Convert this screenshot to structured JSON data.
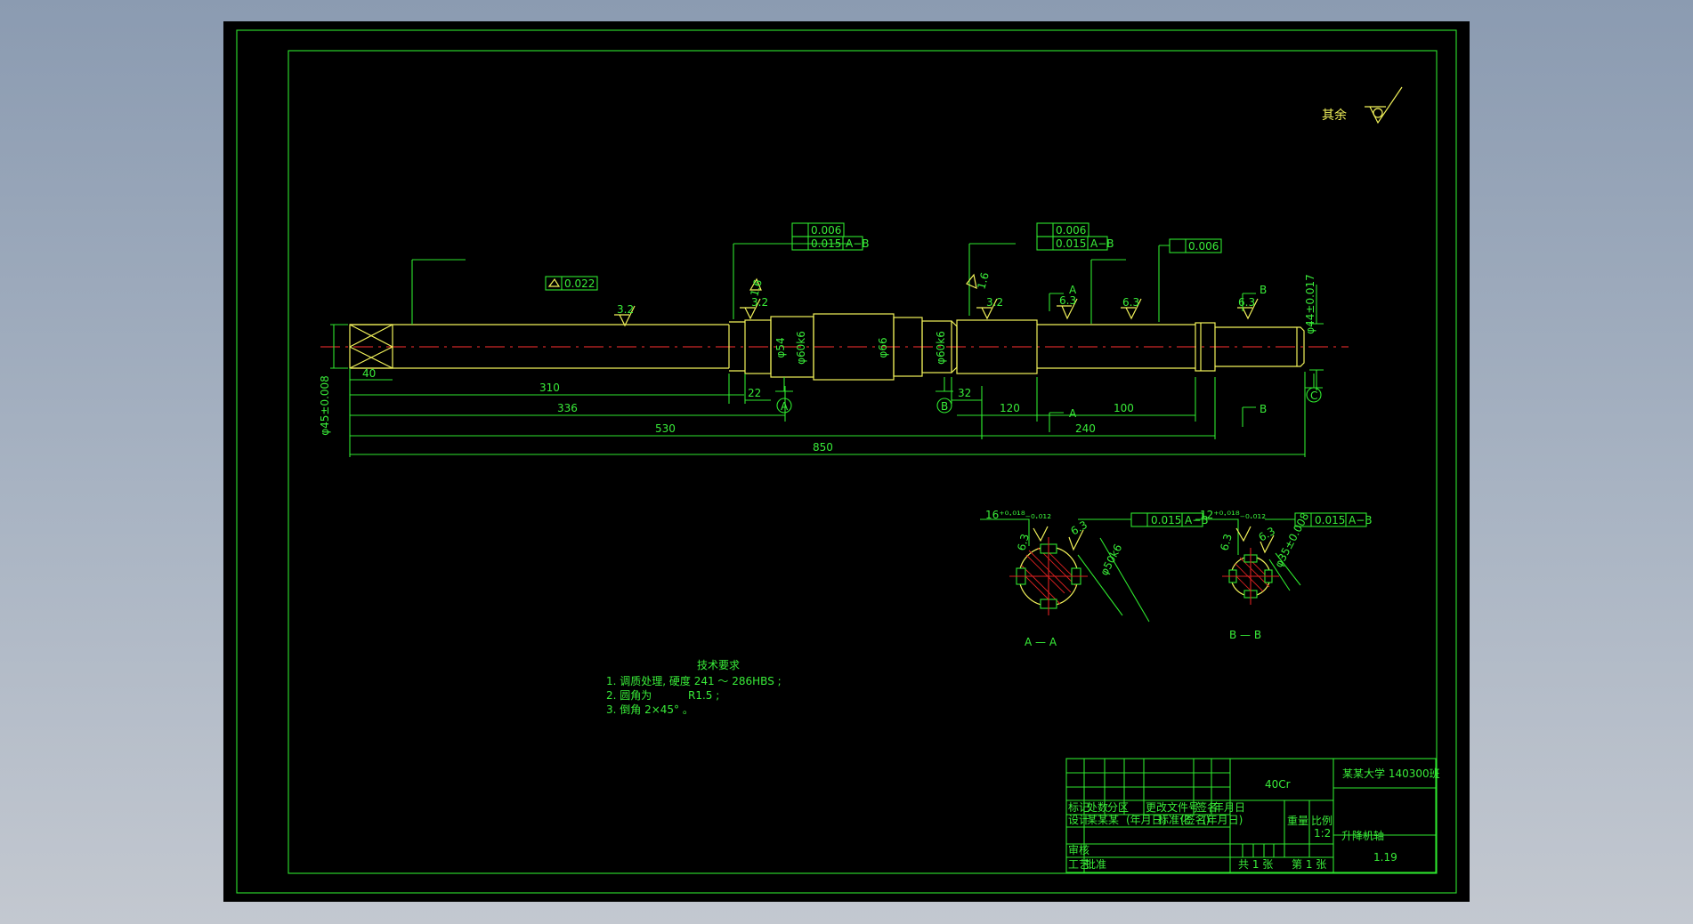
{
  "drawing": {
    "roughness_other": "其余",
    "dimensions": {
      "d45": "φ45±0.008",
      "len40": "40",
      "len310": "310",
      "len336": "336",
      "len530": "530",
      "len850": "850",
      "len22": "22",
      "len32": "32",
      "len120": "120",
      "len100": "100",
      "len240": "240",
      "d54": "φ54",
      "d60a": "φ60k6",
      "d66": "φ66",
      "d60b": "φ60k6",
      "d44": "φ44±0.017",
      "key16": "16⁺⁰·⁰¹⁸₋₀.₀₁₂",
      "key12": "12⁺⁰·⁰¹⁸₋₀.₀₁₂",
      "d50": "φ50k6",
      "d35": "φ35±0.008"
    },
    "roughness": {
      "r1": "3.2",
      "r2": "1.6",
      "r3": "3.2",
      "r4": "1.6",
      "r5": "3.2",
      "r6": "6.3",
      "r7": "6.3",
      "r8": "6.3",
      "s1": "6.3",
      "s2": "6.3",
      "s3": "6.3",
      "s4": "6.3"
    },
    "tolerances": {
      "t1": "0.022",
      "t2a": "0.006",
      "t2b": "0.015",
      "t2b_ref": "A−B",
      "t3a": "0.006",
      "t3b": "0.015",
      "t3b_ref": "A−B",
      "t4": "0.006",
      "t5": "0.015",
      "t5_ref": "A−B",
      "t6": "0.015",
      "t6_ref": "A−B"
    },
    "datums": {
      "a": "A",
      "b": "B",
      "c": "C"
    },
    "section_marks": {
      "a1": "A",
      "a2": "A",
      "b1": "B",
      "b2": "B"
    },
    "section_labels": {
      "aa": "A — A",
      "bb": "B — B"
    },
    "tech_requirements": {
      "title": "技术要求",
      "items": [
        "1. 调质处理, 硬度 241 ～ 286HBS ;",
        "2. 圆角为",
        "R1.5 ;",
        "3. 倒角 2×45° 。"
      ]
    },
    "title_block": {
      "material": "40Cr",
      "name": "升降机轴",
      "school": "某某大学 140300班",
      "drawing_no": "1.19",
      "scale": "1:2",
      "hdr": [
        "标记",
        "处数",
        "分区",
        "更改文件号",
        "签名",
        "年月日"
      ],
      "row_design": [
        "设计",
        "某某某",
        "(年月日)",
        "标准化",
        "(签名)",
        "(年月日)"
      ],
      "weight": "重量",
      "scale_label": "比例",
      "review": "审核",
      "process": "工艺",
      "approve": "批准",
      "sheets_total": "共 1 张",
      "sheet_no": "第 1 张"
    }
  }
}
